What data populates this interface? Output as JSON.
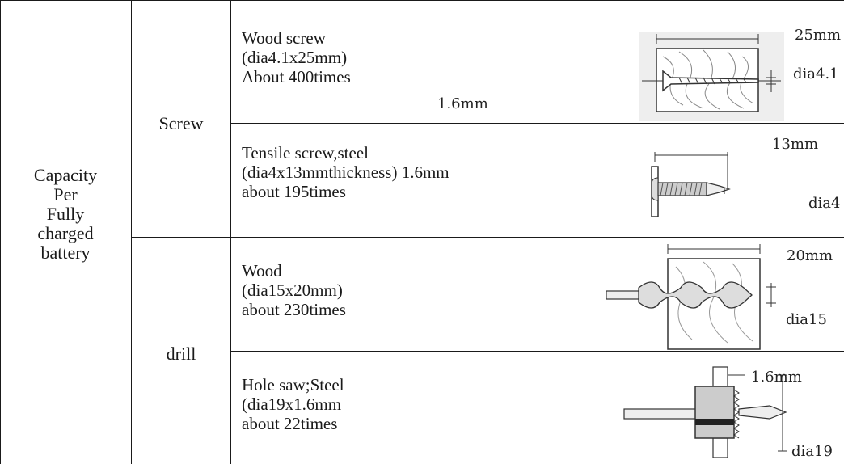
{
  "table": {
    "capacity_label": [
      "Capacity",
      "Per",
      "Fully",
      "charged",
      "battery"
    ],
    "categories": {
      "screw": "Screw",
      "drill": "drill"
    },
    "rows": [
      {
        "lines": [
          "Wood screw",
          "(dia4.1x25mm)",
          "About 400times"
        ],
        "note": "1.6mm",
        "dims": [
          "25mm",
          "dia4.1"
        ],
        "illustration": "wood-screw-illustration"
      },
      {
        "lines": [
          "Tensile screw,steel",
          "(dia4x13mmthickness) 1.6mm",
          "about 195times"
        ],
        "dims": [
          "13mm",
          "dia4"
        ],
        "illustration": "tensile-screw-illustration"
      },
      {
        "lines": [
          "Wood",
          "(dia15x20mm)",
          "about 230times"
        ],
        "dims": [
          "20mm",
          "dia15"
        ],
        "illustration": "wood-drill-illustration"
      },
      {
        "lines": [
          "Hole saw;Steel",
          "(dia19x1.6mm",
          "about 22times"
        ],
        "dims": [
          "1.6mm",
          "dia19"
        ],
        "illustration": "hole-saw-illustration"
      }
    ]
  }
}
